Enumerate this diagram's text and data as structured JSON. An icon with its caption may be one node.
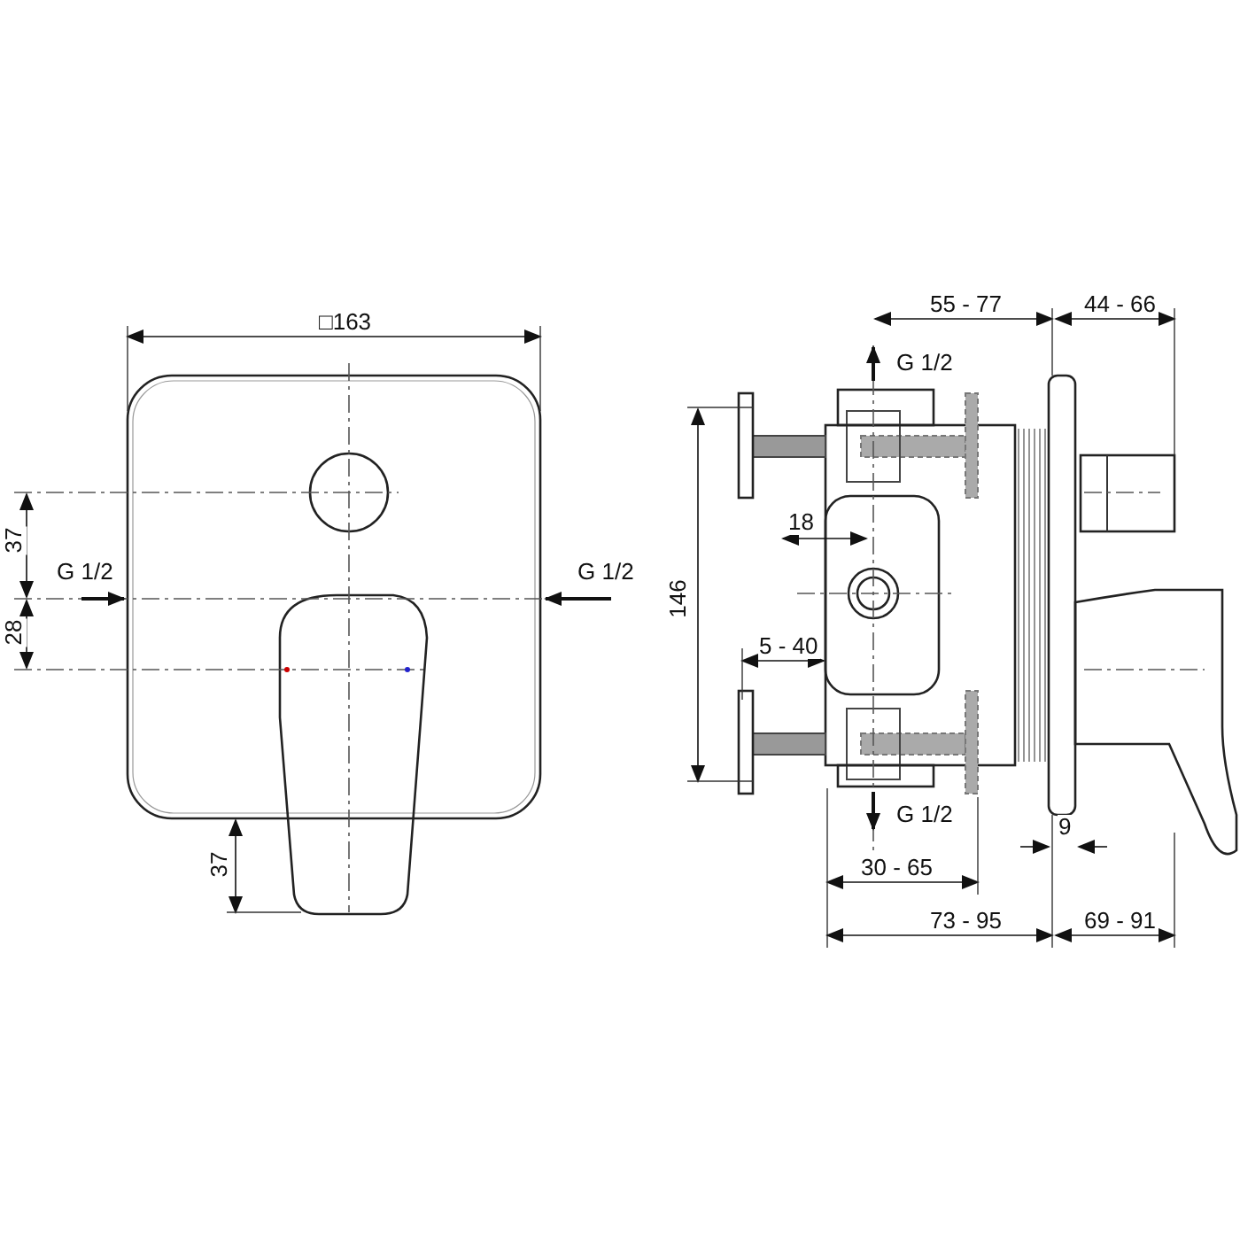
{
  "diagram": {
    "labels": [
      "55 - 77",
      "44 - 66",
      "□163",
      "G 1/2",
      "18",
      "37",
      "G 1/2",
      "G 1/2",
      "146",
      "28",
      "5 - 40",
      "G 1/2",
      "9",
      "37",
      "30 - 65",
      "73 - 95",
      "69 - 91"
    ]
  }
}
